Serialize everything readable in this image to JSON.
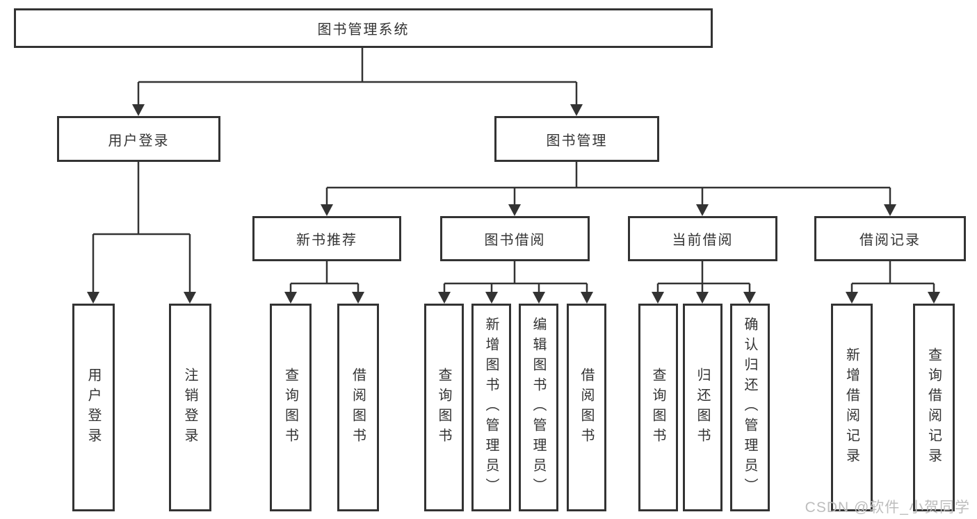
{
  "tree": {
    "root": {
      "label": "图书管理系统"
    },
    "branches": [
      {
        "label": "用户登录",
        "children": [
          {
            "label": "用户登录"
          },
          {
            "label": "注销登录"
          }
        ]
      },
      {
        "label": "图书管理",
        "children": [
          {
            "label": "新书推荐",
            "children": [
              {
                "label": "查询图书"
              },
              {
                "label": "借阅图书"
              }
            ]
          },
          {
            "label": "图书借阅",
            "children": [
              {
                "label": "查询图书"
              },
              {
                "label": "新增图书（管理员）"
              },
              {
                "label": "编辑图书（管理员）"
              },
              {
                "label": "借阅图书"
              }
            ]
          },
          {
            "label": "当前借阅",
            "children": [
              {
                "label": "查询图书"
              },
              {
                "label": "归还图书"
              },
              {
                "label": "确认归还（管理员）"
              }
            ]
          },
          {
            "label": "借阅记录",
            "children": [
              {
                "label": "新增借阅记录"
              },
              {
                "label": "查询借阅记录"
              }
            ]
          }
        ]
      }
    ]
  },
  "watermark": "CSDN @软件_小贺同学",
  "colors": {
    "line": "#333333",
    "text": "#333333",
    "watermark": "#bdbdbd",
    "background": "#ffffff"
  }
}
